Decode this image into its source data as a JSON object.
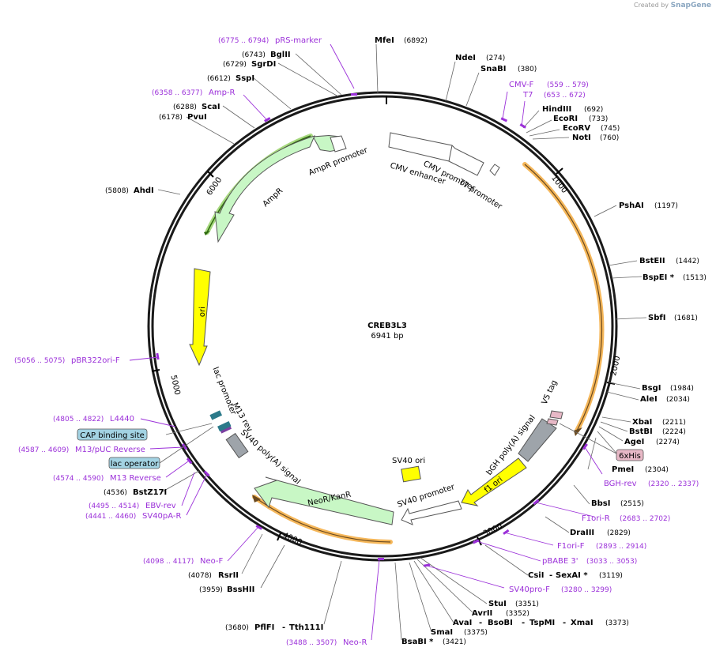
{
  "watermark": {
    "prefix": "Created by",
    "brand": "SnapGene"
  },
  "plasmid": {
    "name": "CREB3L3",
    "length": "6941 bp"
  },
  "ticks": [
    "1000",
    "2000",
    "3000",
    "4000",
    "5000",
    "6000"
  ],
  "enzymes": [
    {
      "name": "MfeI",
      "pos": "(6892)"
    },
    {
      "name": "NdeI",
      "pos": "(274)"
    },
    {
      "name": "SnaBI",
      "pos": "(380)"
    },
    {
      "name": "HindIII",
      "pos": "(692)"
    },
    {
      "name": "EcoRI",
      "pos": "(733)"
    },
    {
      "name": "EcoRV",
      "pos": "(745)"
    },
    {
      "name": "NotI",
      "pos": "(760)"
    },
    {
      "name": "PshAI",
      "pos": "(1197)"
    },
    {
      "name": "BstEII",
      "pos": "(1442)"
    },
    {
      "name": "BspEI *",
      "pos": "(1513)"
    },
    {
      "name": "SbfI",
      "pos": "(1681)"
    },
    {
      "name": "BsgI",
      "pos": "(1984)"
    },
    {
      "name": "AleI",
      "pos": "(2034)"
    },
    {
      "name": "XbaI",
      "pos": "(2211)"
    },
    {
      "name": "BstBI",
      "pos": "(2224)"
    },
    {
      "name": "AgeI",
      "pos": "(2274)"
    },
    {
      "name": "PmeI",
      "pos": "(2304)"
    },
    {
      "name": "BbsI",
      "pos": "(2515)"
    },
    {
      "name": "DraIII",
      "pos": "(2829)"
    },
    {
      "name": "CsiI",
      "name2": "SexAI *",
      "pos": "(3119)"
    },
    {
      "name": "StuI",
      "pos": "(3351)"
    },
    {
      "name": "AvrII",
      "pos": "(3352)"
    },
    {
      "name": "AvaI",
      "name2": "BsoBI",
      "name3": "TspMI",
      "name4": "XmaI",
      "pos": "(3373)"
    },
    {
      "name": "SmaI",
      "pos": "(3375)"
    },
    {
      "name": "BsaBI *",
      "pos": "(3421)"
    },
    {
      "name": "PflFI",
      "name2": "Tth111I",
      "pos": "(3680)"
    },
    {
      "name": "BssHII",
      "pos": "(3959)"
    },
    {
      "name": "RsrII",
      "pos": "(4078)"
    },
    {
      "name": "BstZ17I",
      "pos": "(4536)"
    },
    {
      "name": "AhdI",
      "pos": "(5808)"
    },
    {
      "name": "PvuI",
      "pos": "(6178)"
    },
    {
      "name": "ScaI",
      "pos": "(6288)"
    },
    {
      "name": "SspI",
      "pos": "(6612)"
    },
    {
      "name": "SgrDI",
      "pos": "(6729)"
    },
    {
      "name": "BglII",
      "pos": "(6743)"
    }
  ],
  "primers": [
    {
      "name": "pRS-marker",
      "range": "(6775 .. 6794)"
    },
    {
      "name": "Amp-R",
      "range": "(6358 .. 6377)"
    },
    {
      "name": "CMV-F",
      "range": "(559 .. 579)"
    },
    {
      "name": "T7",
      "range": "(653 .. 672)"
    },
    {
      "name": "BGH-rev",
      "range": "(2320 .. 2337)"
    },
    {
      "name": "F1ori-R",
      "range": "(2683 .. 2702)"
    },
    {
      "name": "F1ori-F",
      "range": "(2893 .. 2914)"
    },
    {
      "name": "pBABE 3'",
      "range": "(3033 .. 3053)"
    },
    {
      "name": "SV40pro-F",
      "range": "(3280 .. 3299)"
    },
    {
      "name": "Neo-R",
      "range": "(3488 .. 3507)"
    },
    {
      "name": "Neo-F",
      "range": "(4098 .. 4117)"
    },
    {
      "name": "SV40pA-R",
      "range": "(4441 .. 4460)"
    },
    {
      "name": "EBV-rev",
      "range": "(4495 .. 4514)"
    },
    {
      "name": "M13 Reverse",
      "range": "(4574 .. 4590)"
    },
    {
      "name": "M13/pUC Reverse",
      "range": "(4587 .. 4609)"
    },
    {
      "name": "L4440",
      "range": "(4805 .. 4822)"
    },
    {
      "name": "pBR322ori-F",
      "range": "(5056 .. 5075)"
    }
  ],
  "boxed_features": [
    "CAP binding site",
    "lac operator",
    "6xHis"
  ],
  "features": [
    "AmpR promoter",
    "AmpR",
    "CMV enhancer",
    "CMV promoter",
    "T7 promoter",
    "ori",
    "lac promoter",
    "M13 rev",
    "SV40 poly(A) signal",
    "NeoR/KanR",
    "SV40 promoter",
    "SV40 ori",
    "f1 ori",
    "bGH poly(A) signal",
    "V5 tag"
  ],
  "colors": {
    "primer": "#9b30d9",
    "ori": "#ffff00",
    "orf": "#c8f7c5",
    "gene_highlight": "#f5b75a",
    "boxed_blue": "#a3d3e3",
    "boxed_pink": "#e7b8c6"
  }
}
